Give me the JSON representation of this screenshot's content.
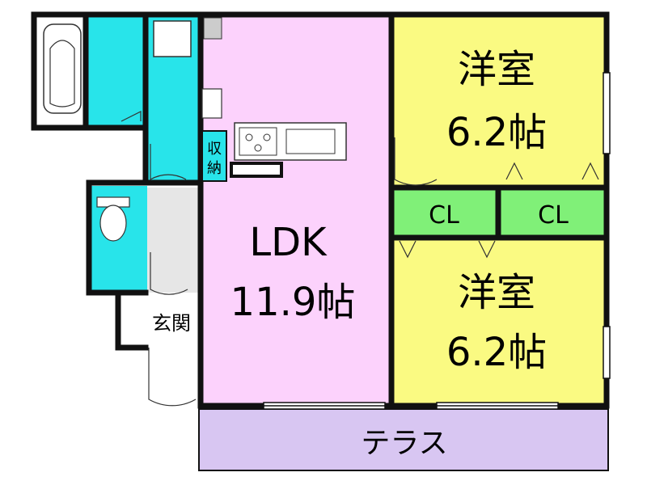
{
  "rooms": {
    "western_upper": {
      "name": "洋室",
      "size": "6.2帖"
    },
    "western_lower": {
      "name": "洋室",
      "size": "6.2帖"
    },
    "ldk": {
      "name": "LDK",
      "size": "11.9帖"
    },
    "closet_left": "CL",
    "closet_right": "CL",
    "storage": {
      "line1": "収",
      "line2": "納"
    },
    "entrance": "玄関",
    "terrace": "テラス"
  },
  "colors": {
    "western": "#FAFA82",
    "ldk": "#FCD2FC",
    "closet": "#80F078",
    "wet": "#28E4EA",
    "terrace": "#D8C6F2",
    "hall": "#E6E6E6",
    "wall": "#111111"
  }
}
